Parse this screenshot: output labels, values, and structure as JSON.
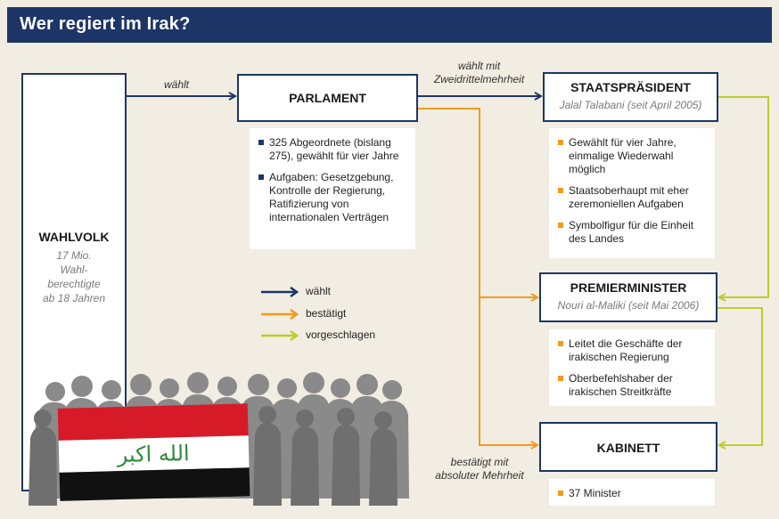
{
  "header": {
    "title": "Wer regiert im Irak?"
  },
  "nodes": {
    "wahlvolk": {
      "name": "WAHLVOLK",
      "sub_lines": [
        "17 Mio.",
        "Wahl-",
        "berechtigte",
        "ab 18 Jahren"
      ]
    },
    "parlament": {
      "name": "PARLAMENT"
    },
    "praesident": {
      "name": "STAATSPRÄSIDENT",
      "sub": "Jalal Talabani (seit April 2005)"
    },
    "premier": {
      "name": "PREMIERMINISTER",
      "sub": "Nouri al-Maliki (seit Mai 2006)"
    },
    "kabinett": {
      "name": "KABINETT"
    }
  },
  "panels": {
    "parlament": [
      "325 Abgeordnete (bislang 275), gewählt für vier Jahre",
      "Aufgaben: Gesetzgebung, Kontrolle der Regierung, Ratifizierung von internationalen Verträgen"
    ],
    "praesident": [
      "Gewählt für vier Jahre, einmalige Wiederwahl möglich",
      "Staatsoberhaupt mit eher zeremoniellen Aufgaben",
      "Symbolfigur für die Einheit des Landes"
    ],
    "premier": [
      "Leitet die Geschäfte der irakischen Regierung",
      "Oberbefehlshaber der irakischen Streitkräfte"
    ],
    "kabinett": [
      "37 Minister"
    ]
  },
  "edge_labels": {
    "waehlt": "wählt",
    "zweidrittel_line1": "wählt mit",
    "zweidrittel_line2": "Zweidrittelmehrheit",
    "absolut_line1": "bestätigt mit",
    "absolut_line2": "absoluter Mehrheit"
  },
  "legend": [
    {
      "label": "wählt",
      "color": "#1d3567"
    },
    {
      "label": "bestätigt",
      "color": "#f39a1e"
    },
    {
      "label": "vorgeschlagen",
      "color": "#b7cf2a"
    }
  ],
  "flag": {
    "script_text": "الله اكبر",
    "colors": {
      "red": "#d71a28",
      "white": "#ffffff",
      "black": "#111111",
      "green": "#2f8a3a"
    }
  },
  "colors": {
    "header": "#1d3567",
    "background": "#f2ede2",
    "waehlt": "#1d3567",
    "bestaetigt": "#f39a1e",
    "vorgeschlagen": "#b7cf2a"
  }
}
